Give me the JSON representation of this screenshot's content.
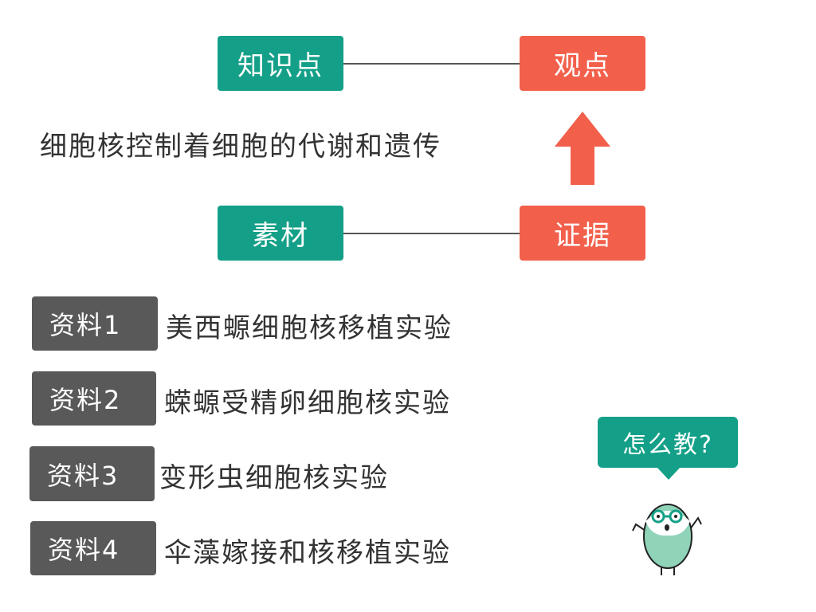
{
  "colors": {
    "teal": "#14a088",
    "coral": "#f2604c",
    "gray": "#595959",
    "text": "#333333"
  },
  "top": {
    "knowledge_label": "知识点",
    "viewpoint_label": "观点",
    "statement": "细胞核控制着细胞的代谢和遗传"
  },
  "bottom": {
    "material_label": "素材",
    "evidence_label": "证据"
  },
  "materials": [
    {
      "tag": "资料1",
      "text": "美西螈细胞核移植实验"
    },
    {
      "tag": "资料2",
      "text": "蝾螈受精卵细胞核实验"
    },
    {
      "tag": "资料3",
      "text": "变形虫细胞核实验"
    },
    {
      "tag": "资料4",
      "text": "伞藻嫁接和核移植实验"
    }
  ],
  "mascot": {
    "bubble_text": "怎么教?"
  }
}
